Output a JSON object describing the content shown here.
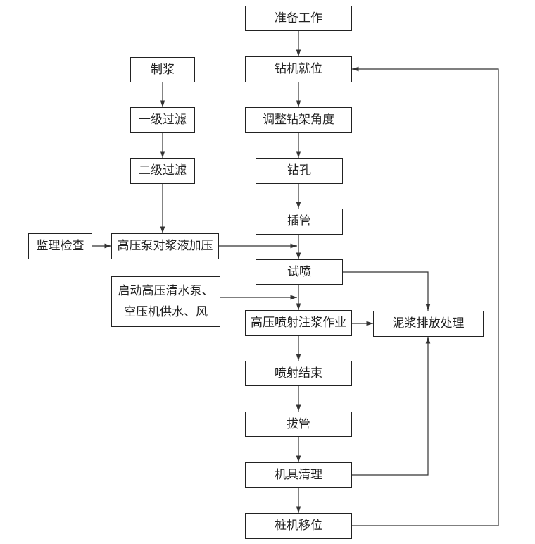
{
  "nodes": {
    "prepare": "准备工作",
    "rig_position": "钻机就位",
    "adjust_angle": "调整钻架角度",
    "drill_hole": "钻孔",
    "insert_pipe": "插管",
    "trial_spray": "试喷",
    "hp_grouting": "高压喷射注浆作业",
    "spray_end": "喷射结束",
    "pull_pipe": "拔管",
    "tool_clean": "机具清理",
    "pile_move": "桩机移位",
    "make_slurry": "制浆",
    "filter_1": "一级过滤",
    "filter_2": "二级过滤",
    "pump_pressurize": "高压泵对浆液加压",
    "supervise_check": "监理检查",
    "start_pumps_line1": "启动高压清水泵、",
    "start_pumps_line2": "空压机供水、风",
    "mud_disposal": "泥浆排放处理"
  },
  "colors": {
    "line": "#333333",
    "box_border": "#222222",
    "text": "#222222"
  }
}
